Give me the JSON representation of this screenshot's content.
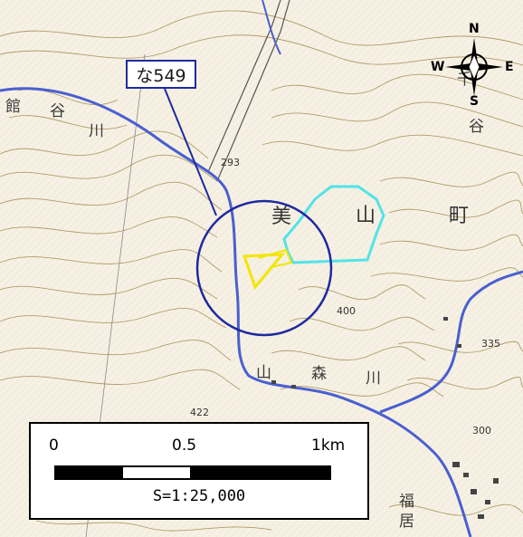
{
  "map": {
    "parcel_label": "な549",
    "compass": {
      "north": "N",
      "south": "S",
      "east": "E",
      "west": "W"
    },
    "scale": {
      "ticks": [
        "0",
        "0.5",
        "1km"
      ],
      "ratio": "S=1:25,000"
    },
    "place_labels": {
      "mi": "美",
      "yama": "山",
      "machi": "町",
      "kawa_left": "川",
      "kawa_right": "川",
      "mori": "森",
      "yama_lower": "山",
      "fuku": "福",
      "kyo": "居",
      "tani_right": "谷",
      "chi": "千",
      "tani_left": "谷",
      "kan": "館"
    },
    "elevations": [
      "293",
      "335",
      "422",
      "400",
      "300"
    ],
    "colors": {
      "contour": "#b39a6a",
      "river": "#4a5fd0",
      "circle": "#1e2aa0",
      "parcel_yellow": "#f2e600",
      "area_cyan": "#52e3e8"
    }
  }
}
